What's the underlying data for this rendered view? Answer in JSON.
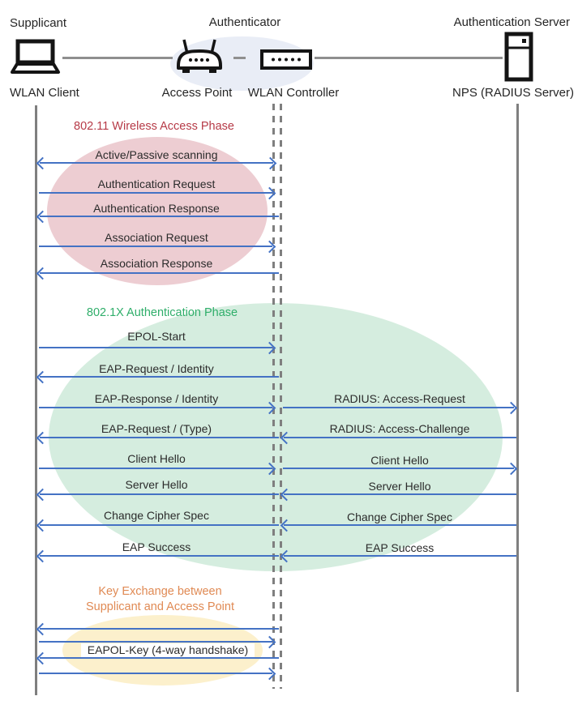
{
  "header": {
    "roles": [
      {
        "label": "Supplicant"
      },
      {
        "label": "Authenticator"
      },
      {
        "label": "Authentication Server"
      }
    ]
  },
  "nodes": [
    {
      "label": "WLAN Client",
      "icon": "laptop-icon"
    },
    {
      "label": "Access Point",
      "icon": "access-point-icon"
    },
    {
      "label": "WLAN Controller",
      "icon": "wlan-controller-icon"
    },
    {
      "label": "NPS (RADIUS Server)",
      "icon": "server-icon"
    }
  ],
  "phases": {
    "p1": {
      "title": "802.11 Wireless Access Phase",
      "title_color": "#B63A47",
      "fill": "#EDCDD2"
    },
    "p2": {
      "title": "802.1X Authentication Phase",
      "title_color": "#2FAE6A",
      "fill": "#D5EDDF"
    },
    "p3": {
      "title_line1": "Key Exchange between",
      "title_line2": "Supplicant and Access Point",
      "title_color": "#E08A54",
      "fill": "#FCF0CC"
    }
  },
  "messages": {
    "p1": [
      {
        "label": "Active/Passive scanning",
        "direction": "both"
      },
      {
        "label": "Authentication Request",
        "direction": "right"
      },
      {
        "label": "Authentication Response",
        "direction": "left"
      },
      {
        "label": "Association Request",
        "direction": "right"
      },
      {
        "label": "Association Response",
        "direction": "left"
      }
    ],
    "p2": [
      {
        "left": "EPOL-Start",
        "direction": "right"
      },
      {
        "left": "EAP-Request / Identity",
        "direction": "left"
      },
      {
        "left": "EAP-Response / Identity",
        "right": "RADIUS: Access-Request",
        "direction": "right"
      },
      {
        "left": "EAP-Request / (Type)",
        "right": "RADIUS: Access-Challenge",
        "direction": "left"
      },
      {
        "left": "Client Hello",
        "right": "Client Hello",
        "direction": "right"
      },
      {
        "left": "Server Hello",
        "right": "Server Hello",
        "direction": "left"
      },
      {
        "left": "Change Cipher Spec",
        "right": "Change Cipher Spec",
        "direction": "left"
      },
      {
        "left": "EAP Success",
        "right": "EAP Success",
        "direction": "left"
      }
    ],
    "p3": {
      "label": "EAPOL-Key (4-way handshake)",
      "arrow_directions": [
        "left",
        "right",
        "left",
        "right"
      ]
    }
  },
  "colors": {
    "arrow": "#4472C4",
    "lifeline": "#7F7F7F",
    "connector": "#8F8F8F",
    "authenticator_fill": "#E9EDF6"
  }
}
